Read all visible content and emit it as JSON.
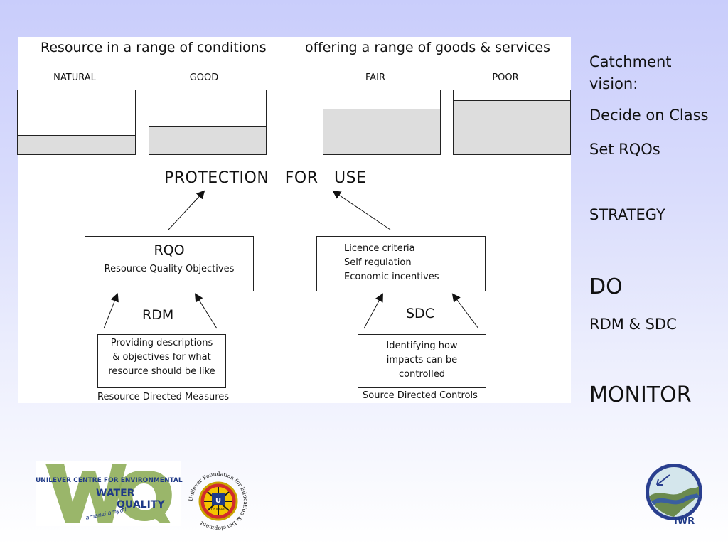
{
  "diagram": {
    "header_left": "Resource in a range of conditions",
    "header_right": "offering a range of goods & services",
    "classes": [
      {
        "label": "NATURAL",
        "fill_fraction": 0.29
      },
      {
        "label": "GOOD",
        "fill_fraction": 0.43
      },
      {
        "label": "FAIR",
        "fill_fraction": 0.7
      },
      {
        "label": "POOR",
        "fill_fraction": 0.83
      }
    ],
    "protection": "PROTECTION   FOR   USE",
    "rqo": {
      "title": "RQO",
      "subtitle": "Resource Quality Objectives"
    },
    "sdc_box": {
      "lines": [
        "Licence criteria",
        "Self regulation",
        "Economic incentives"
      ]
    },
    "rdm_label": "RDM",
    "sdc_label": "SDC",
    "rdm_box": {
      "lines": [
        "Providing descriptions",
        "& objectives for what",
        "resource should be like"
      ]
    },
    "sdc_detail": {
      "lines": [
        "Identifying how",
        "impacts can be",
        "controlled"
      ]
    },
    "rdm_caption": "Resource Directed Measures",
    "sdc_caption": "Source Directed Controls"
  },
  "side": {
    "catchment_vision": "Catchment vision:",
    "decide_class": "Decide on Class",
    "set_rqos": "Set RQOs",
    "strategy": "STRATEGY",
    "do": "DO",
    "rdm_sdc": "RDM & SDC",
    "monitor": "MONITOR"
  },
  "logos": {
    "ucewq_line1": "UNILEVER CENTRE FOR ENVIRONMENTAL",
    "ucewq_line2": "WATER",
    "ucewq_line3": "QUALITY",
    "ucewq_script": "amanzi amyoli",
    "foundation_ring": "Unilever Foundation for Education & Development",
    "foundation_inner": "Unilever",
    "iwr": "IWR"
  },
  "colors": {
    "bg_top": "#c9cdfb",
    "fill_gray": "#dddddd",
    "logo_green": "#8fae5a",
    "logo_navy": "#1f3a87"
  }
}
